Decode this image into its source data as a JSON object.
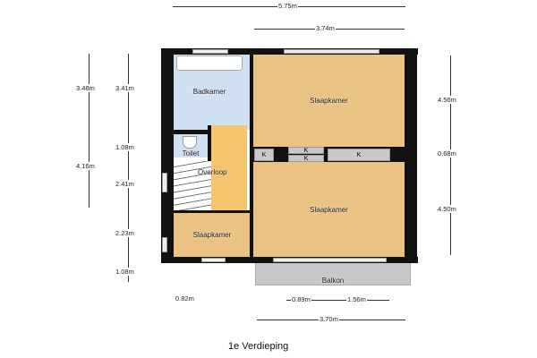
{
  "title": "1e Verdieping",
  "rooms": {
    "badkamer": "Badkamer",
    "toilet": "Toilet",
    "overloop": "Overloop",
    "slaapkamer_top": "Slaapkamer",
    "slaapkamer_bottom": "Slaapkamer",
    "slaapkamer_small": "Slaapkamer",
    "balkon": "Balkon",
    "kast": "K"
  },
  "dimensions": {
    "top_total": "5.75m",
    "top_right": "3.74m",
    "left_outer_1": "3.48m",
    "left_outer_2": "4.16m",
    "left_inner_1": "3.41m",
    "left_inner_2": "1.08m",
    "left_inner_3": "2.41m",
    "left_inner_4": "2.23m",
    "left_inner_5": "1.08m",
    "right_1": "4.56m",
    "right_2": "0.68m",
    "right_3": "4.50m",
    "bottom_left": "0.82m",
    "bottom_mid_1": "0.89m",
    "bottom_mid_2": "1.56m",
    "bottom_total": "3.70m"
  },
  "colors": {
    "bath": "#cfe0f0",
    "orange": "#f5c46e",
    "tan": "#eac384",
    "wall": "#111111",
    "balcony": "#c8c8c8"
  }
}
